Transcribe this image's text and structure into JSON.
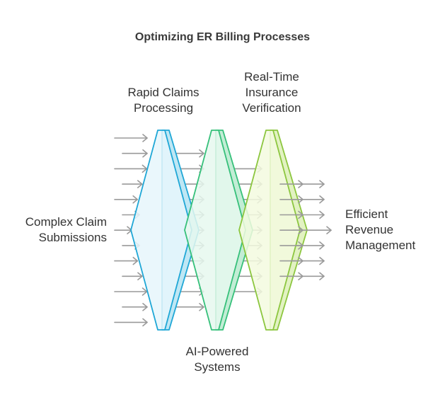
{
  "title": "Optimizing ER Billing Processes",
  "input": {
    "line1": "Complex Claim",
    "line2": "Submissions"
  },
  "output": {
    "line1": "Efficient",
    "line2": "Revenue",
    "line3": "Management"
  },
  "filters": [
    {
      "id": "rapid-claims",
      "line1": "Rapid Claims",
      "line2": "Processing",
      "line3": "",
      "color": "#1fa7d6",
      "fill": "#e6f6fb",
      "side": "#bfe7f4"
    },
    {
      "id": "ai-powered",
      "line1": "AI-Powered",
      "line2": "Systems",
      "line3": "",
      "color": "#36c07a",
      "fill": "#e6f8ee",
      "side": "#c2edd5"
    },
    {
      "id": "real-time-verification",
      "line1": "Real-Time",
      "line2": "Insurance",
      "line3": "Verification",
      "color": "#8cc63f",
      "fill": "#f3fadf",
      "side": "#e2f2c2"
    }
  ],
  "colors": {
    "arrow": "#9a9a9a",
    "text": "#333333"
  }
}
